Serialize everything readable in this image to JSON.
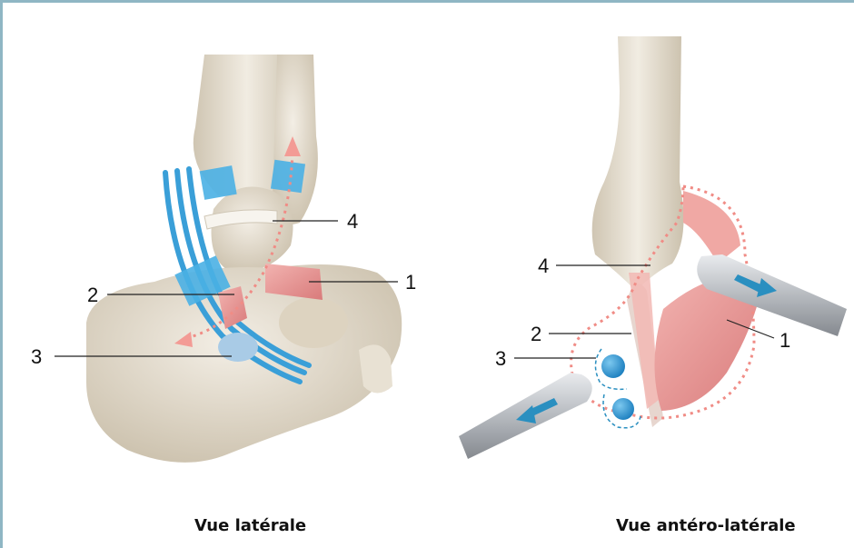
{
  "left_view": {
    "caption": "Vue latérale",
    "labels": [
      "1",
      "2",
      "3",
      "4"
    ]
  },
  "right_view": {
    "caption": "Vue antéro-latérale",
    "labels": [
      "1",
      "2",
      "3",
      "4"
    ]
  },
  "colors": {
    "frame": "#8fb6c4",
    "bone": "#e6ddcc",
    "ligament": "#e38b8b",
    "tendon": "#3a9fd8",
    "instrument": "#b9bcc0",
    "arrow": "#2a8fc0"
  }
}
